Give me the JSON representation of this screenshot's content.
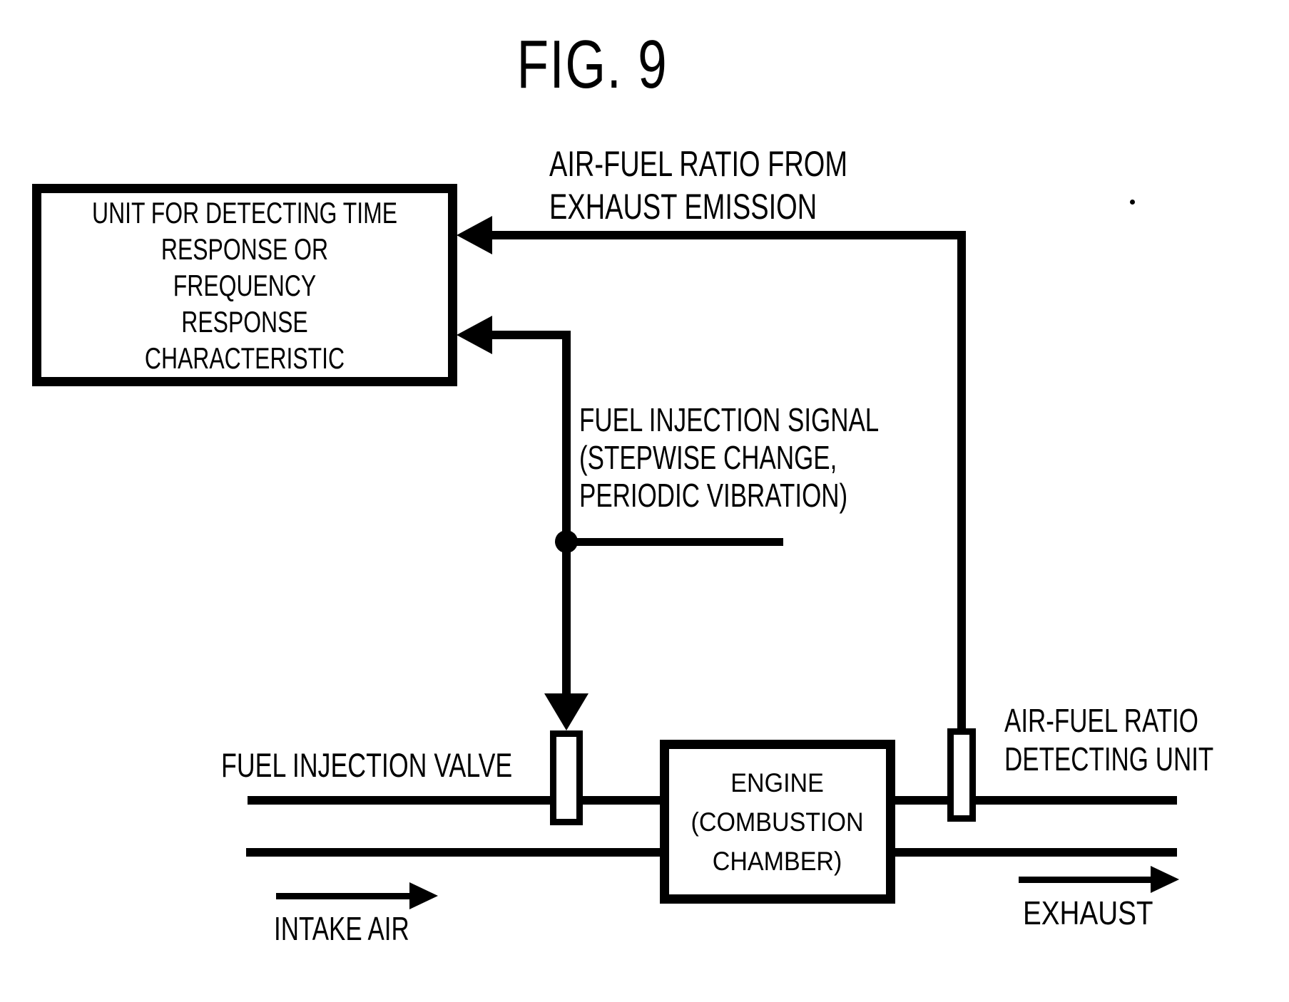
{
  "figure": {
    "title": "FIG. 9"
  },
  "unit_box": {
    "lines": [
      "UNIT FOR DETECTING TIME",
      "RESPONSE OR FREQUENCY",
      "RESPONSE CHARACTERISTIC"
    ]
  },
  "engine_box": {
    "lines": [
      "ENGINE",
      "(COMBUSTION",
      "CHAMBER)"
    ]
  },
  "labels": {
    "air_fuel_from": {
      "lines": [
        "AIR-FUEL RATIO FROM",
        "EXHAUST EMISSION"
      ]
    },
    "fuel_injection_signal": {
      "lines": [
        "FUEL INJECTION SIGNAL",
        "(STEPWISE CHANGE,",
        "PERIODIC VIBRATION)"
      ]
    },
    "fuel_injection_valve": "FUEL INJECTION VALVE",
    "air_fuel_detecting": {
      "lines": [
        "AIR-FUEL RATIO",
        "DETECTING UNIT"
      ]
    },
    "intake_air": "INTAKE AIR",
    "exhaust": "EXHAUST"
  },
  "colors": {
    "ink": "#000000",
    "background": "#ffffff"
  }
}
